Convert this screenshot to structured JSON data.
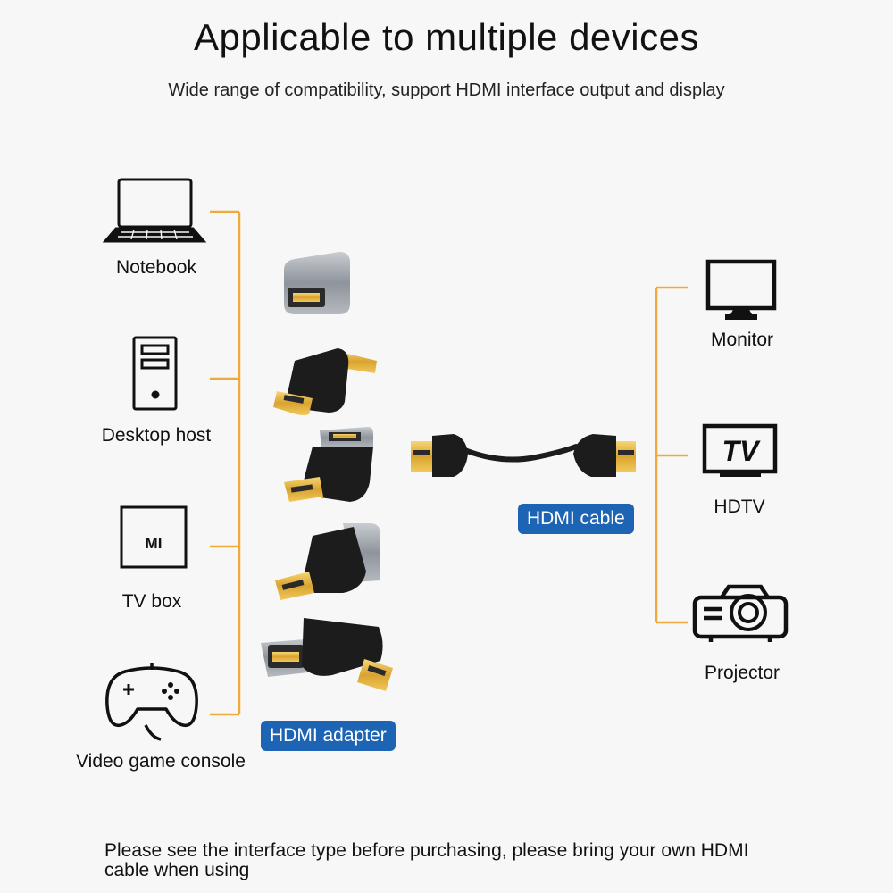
{
  "header": {
    "title": "Applicable to multiple devices",
    "subtitle": "Wide range of compatibility, support HDMI interface output and display"
  },
  "source_devices": [
    {
      "label": "Notebook",
      "icon": "laptop-icon"
    },
    {
      "label": "Desktop host",
      "icon": "desktop-tower-icon"
    },
    {
      "label": "TV box",
      "icon": "tv-box-icon",
      "badge": "MI"
    },
    {
      "label": "Video game console",
      "icon": "gamepad-icon"
    }
  ],
  "adapters": {
    "label": "HDMI adapter",
    "items": [
      "female-female-adapter-icon",
      "male-female-adapter-icon",
      "angle-up-adapter-icon",
      "angle-down-adapter-icon",
      "right-angle-adapter-icon"
    ]
  },
  "cable": {
    "label": "HDMI cable",
    "icon": "hdmi-cable-icon"
  },
  "display_devices": [
    {
      "label": "Monitor",
      "icon": "monitor-icon"
    },
    {
      "label": "HDTV",
      "icon": "tv-icon",
      "badge": "TV"
    },
    {
      "label": "Projector",
      "icon": "projector-icon"
    }
  ],
  "footer": {
    "note": "Please see the interface type before purchasing, please bring your own HDMI cable when using"
  },
  "colors": {
    "connector_line": "#f2a93b",
    "tag_bg": "#1d64b4",
    "gold": "#e6b43c",
    "plug_black": "#1c1c1c",
    "metal_gray": "#9aa0a8"
  }
}
